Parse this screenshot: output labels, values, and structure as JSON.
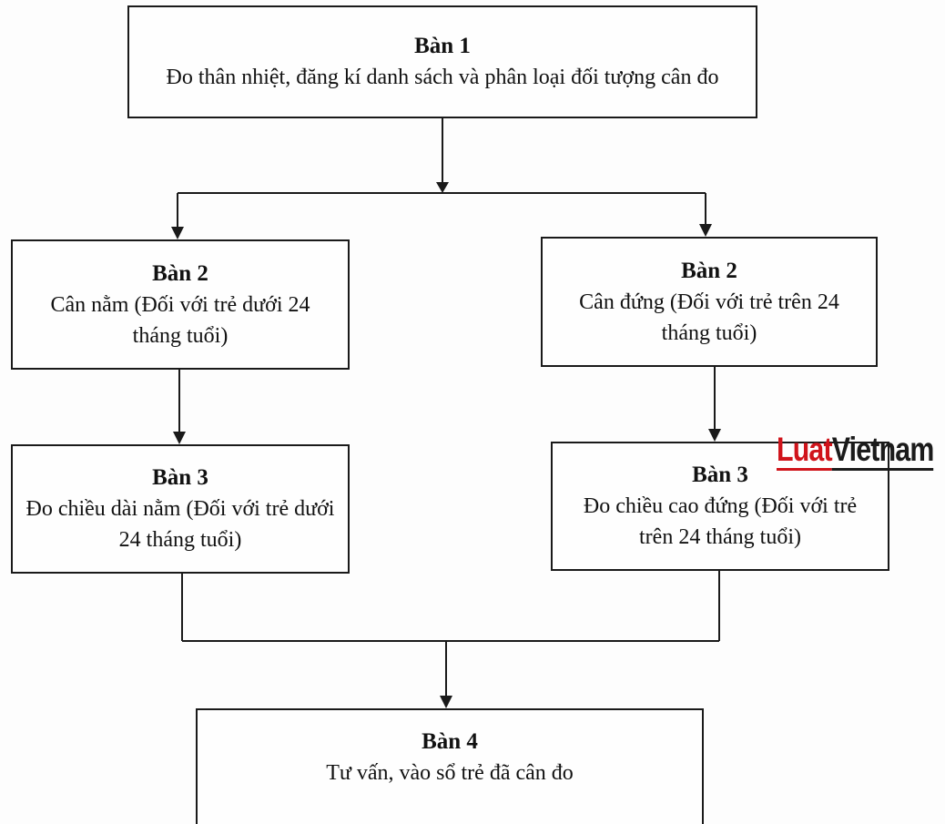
{
  "watermark": {
    "part1": "Luat",
    "part2": "Vietnam",
    "colors": {
      "part1": "#d0141b",
      "part2": "#1b1b1b"
    }
  },
  "flowchart": {
    "ban1": {
      "title": "Bàn 1",
      "text": "Đo thân nhiệt, đăng kí danh sách và phân loại đối tượng cân đo"
    },
    "ban2_left": {
      "title": "Bàn 2",
      "text": "Cân nằm (Đối với trẻ dưới 24 tháng tuổi)"
    },
    "ban2_right": {
      "title": "Bàn 2",
      "text": "Cân đứng (Đối với trẻ trên 24 tháng tuổi)"
    },
    "ban3_left": {
      "title": "Bàn 3",
      "text": "Đo chiều dài nằm (Đối với trẻ dưới 24 tháng tuổi)"
    },
    "ban3_right": {
      "title": "Bàn 3",
      "text": "Đo chiều cao đứng (Đối với trẻ trên 24 tháng tuổi)"
    },
    "ban4": {
      "title": "Bàn 4",
      "text": "Tư vấn, vào sổ trẻ đã cân đo"
    },
    "colors": {
      "stroke": "#1a1a1a",
      "background": "#fdfdfd"
    }
  }
}
